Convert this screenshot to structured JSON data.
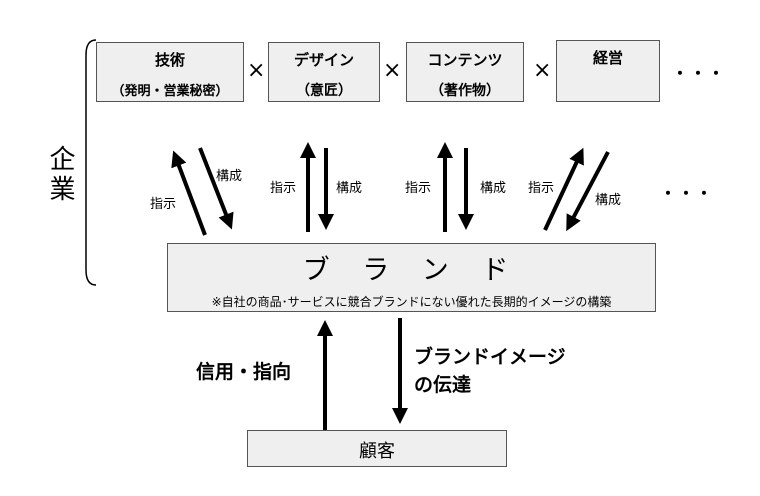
{
  "company_label": "企業",
  "components": [
    {
      "title": "技術",
      "subtitle": "（発明・営業秘密）"
    },
    {
      "title": "デザイン",
      "subtitle": "（意匠）"
    },
    {
      "title": "コンテンツ",
      "subtitle": "（著作物）"
    },
    {
      "title": "経営",
      "subtitle": ""
    }
  ],
  "multiply_symbol": "×",
  "ellipsis": "・・・",
  "arrow_labels": {
    "instruct": "指示",
    "compose": "構成"
  },
  "brand": {
    "title": "ブ ラ ン ド",
    "note": "※自社の商品･サービスに競合ブランドにない優れた長期的イメージの構築"
  },
  "customer": "顧客",
  "trust_label": "信用・指向",
  "image_label_line1": "ブランドイメージ",
  "image_label_line2": "の伝達"
}
